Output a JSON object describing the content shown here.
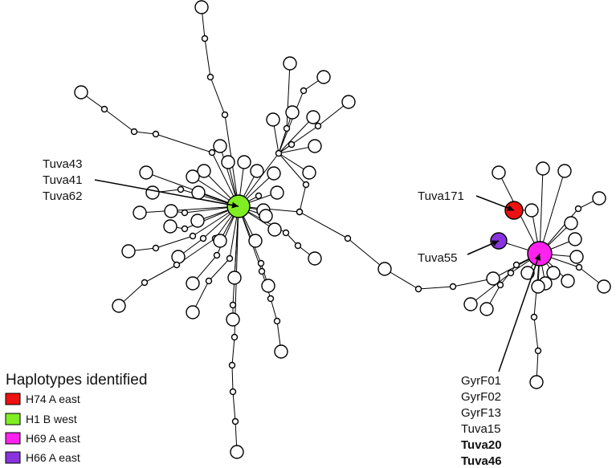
{
  "hubs": [
    {
      "id": "hub-green",
      "color": "#80ee22"
    },
    {
      "id": "hub-magenta",
      "color": "#ff22ee"
    },
    {
      "id": "hub-red",
      "color": "#ee1111"
    },
    {
      "id": "hub-purple",
      "color": "#8833dd"
    }
  ],
  "labels": {
    "green_group": [
      "Tuva43",
      "Tuva41",
      "Tuva62"
    ],
    "red_node": "Tuva171",
    "purple_node": "Tuva55",
    "magenta_group": [
      "GyrF01",
      "GyrF02",
      "GyrF13",
      "Tuva15",
      "Tuva20",
      "Tuva46"
    ],
    "magenta_bold": [
      "Tuva20",
      "Tuva46"
    ]
  },
  "legend": {
    "title": "Haplotypes identified",
    "items": [
      {
        "label": "H74 A east",
        "color": "#ee1111"
      },
      {
        "label": "H1 B west",
        "color": "#80ee22"
      },
      {
        "label": "H69 A east",
        "color": "#ff22ee"
      },
      {
        "label": "H66 A east",
        "color": "#8833dd"
      }
    ]
  }
}
